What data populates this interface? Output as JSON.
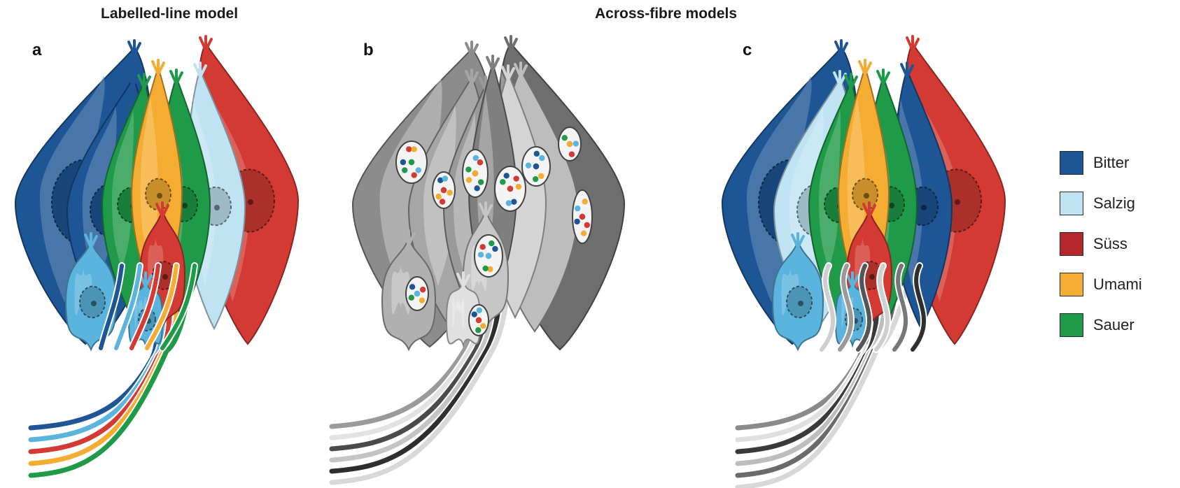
{
  "headings": {
    "labelled_line": "Labelled-line model",
    "across_fibre": "Across-fibre models"
  },
  "panels": {
    "a": "a",
    "b": "b",
    "c": "c"
  },
  "legend": [
    {
      "label": "Bitter",
      "color": "#1d5595"
    },
    {
      "label": "Salzig",
      "color": "#bfe3f2"
    },
    {
      "label": "Süss",
      "color": "#b5272d"
    },
    {
      "label": "Umami",
      "color": "#f4ad32"
    },
    {
      "label": "Sauer",
      "color": "#1f9a48"
    }
  ],
  "palette": {
    "bitter": "#1d5595",
    "salty": "#bfe3f2",
    "salty_dark": "#5bb4dd",
    "sweet": "#d23a33",
    "umami": "#f4ad32",
    "sour": "#1f9a48"
  }
}
